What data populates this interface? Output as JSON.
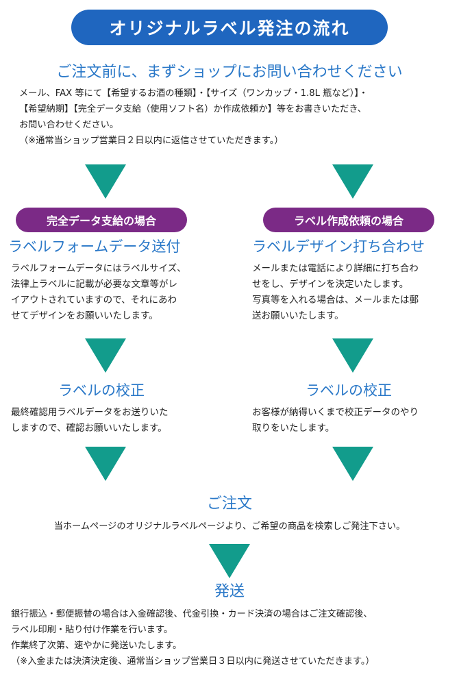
{
  "title": "オリジナルラベル発注の流れ",
  "step1": {
    "heading": "ご注文前に、まずショップにお問い合わせください",
    "lines": [
      "メール、FAX 等にて【希望するお酒の種類】・【サイズ（ワンカップ・1.8L 瓶など）】・",
      "【希望納期】【完全データ支給（使用ソフト名）か作成依頼か】等をお書きいただき、",
      "お問い合わせください。",
      "（※通常当ショップ営業日２日以内に返信させていただきます。）"
    ]
  },
  "left": {
    "badge": "完全データ支給の場合",
    "heading": "ラベルフォームデータ送付",
    "lines": [
      "ラベルフォームデータにはラベルサイズ、",
      "法律上ラベルに記載が必要な文章等がレ",
      "イアウトされていますので、それにあわ",
      "せてデザインをお願いいたします。"
    ],
    "proof_heading": "ラベルの校正",
    "proof_lines": [
      "最終確認用ラベルデータをお送りいた",
      "しますので、確認お願いいたします。"
    ]
  },
  "right": {
    "badge": "ラベル作成依頼の場合",
    "heading": "ラベルデザイン打ち合わせ",
    "lines": [
      "メールまたは電話により詳細に打ち合わ",
      "せをし、デザインを決定いたします。",
      "写真等を入れる場合は、メールまたは郵",
      "送お願いいたします。"
    ],
    "proof_heading": "ラベルの校正",
    "proof_lines": [
      "お客様が納得いくまで校正データのやり",
      "取りをいたします。"
    ]
  },
  "order": {
    "heading": "ご注文",
    "line": "当ホームページのオリジナルラベルページより、ご希望の商品を検索しご発注下さい。"
  },
  "shipping": {
    "heading": "発送",
    "lines": [
      "銀行振込・郵便振替の場合は入金確認後、代金引換・カード決済の場合はご注文確認後、",
      "ラベル印刷・貼り付け作業を行います。",
      "作業終了次第、速やかに発送いたします。",
      "（※入金または決済決定後、通常当ショップ営業日３日以内に発送させていただきます。）"
    ]
  },
  "colors": {
    "title_bg": "#1f66bf",
    "heading_text": "#2a78c8",
    "badge_bg": "#7b2a86",
    "arrow": "#129c8c"
  }
}
